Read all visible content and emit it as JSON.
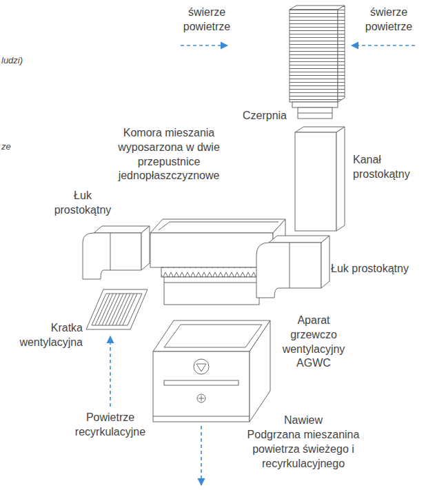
{
  "diagram": {
    "labels": [
      "ludzi)",
      "świerze powietrze",
      "świerze powietrze",
      "Czerpnia",
      "ze",
      "Komora mieszania wyposarzona w dwie przepustnice jednopłaszczyznowe",
      "Kanał prostokątny",
      "Łuk prostokątny",
      "Łuk prostokątny",
      "Aparat grzewczo wentylacyjny AGWC",
      "Kratka wentylacyjna",
      "Powietrze recyrkulacyjne",
      "Nawiew",
      "Podgrzana mieszanina powietrza świeżego i recyrkulacyjnego"
    ]
  }
}
